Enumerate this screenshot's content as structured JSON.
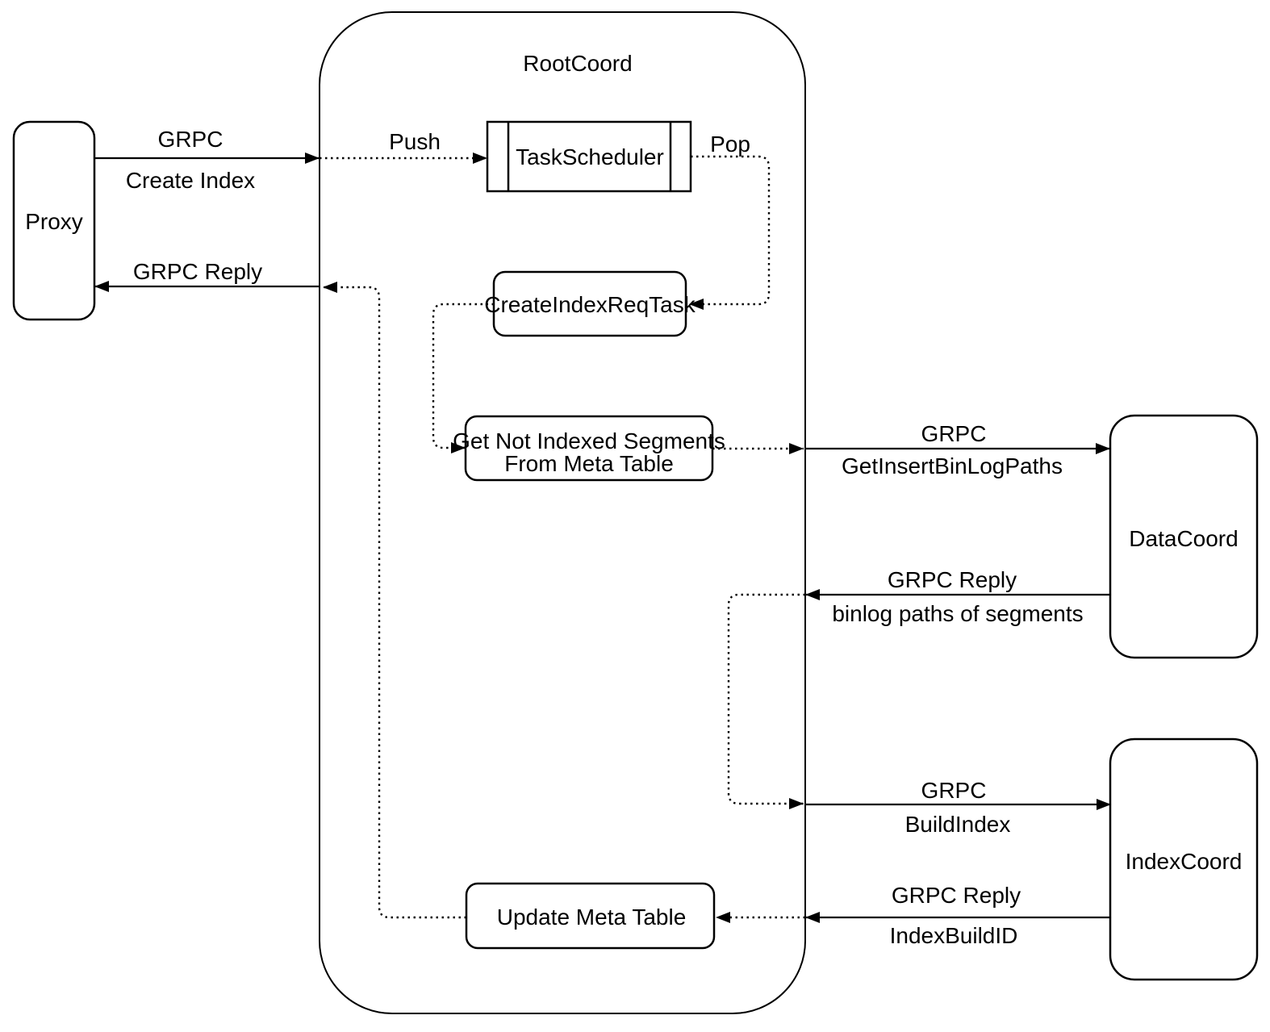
{
  "diagram": {
    "colors": {
      "stroke": "#000000",
      "background": "#ffffff"
    },
    "nodes": {
      "proxy": {
        "label": "Proxy"
      },
      "rootcoord": {
        "label": "RootCoord"
      },
      "taskscheduler": {
        "label": "TaskScheduler"
      },
      "create_index_req_task": {
        "label": "CreateIndexReqTask"
      },
      "get_not_indexed_segments": {
        "label_line1": "Get Not Indexed Segments",
        "label_line2": "From Meta Table"
      },
      "update_meta_table": {
        "label": "Update Meta Table"
      },
      "datacoord": {
        "label": "DataCoord"
      },
      "indexcoord": {
        "label": "IndexCoord"
      }
    },
    "edges": {
      "proxy_to_rootcoord": {
        "label_line1": "GRPC",
        "label_line2": "Create Index"
      },
      "rootcoord_to_proxy": {
        "label": "GRPC Reply"
      },
      "push": {
        "label": "Push"
      },
      "pop": {
        "label": "Pop"
      },
      "rootcoord_to_datacoord": {
        "label_line1": "GRPC",
        "label_line2": "GetInsertBinLogPaths"
      },
      "datacoord_to_rootcoord": {
        "label_line1": "GRPC Reply",
        "label_line2": "binlog paths of segments"
      },
      "rootcoord_to_indexcoord": {
        "label_line1": "GRPC",
        "label_line2": "BuildIndex"
      },
      "indexcoord_to_rootcoord": {
        "label_line1": "GRPC Reply",
        "label_line2": "IndexBuildID"
      }
    }
  }
}
